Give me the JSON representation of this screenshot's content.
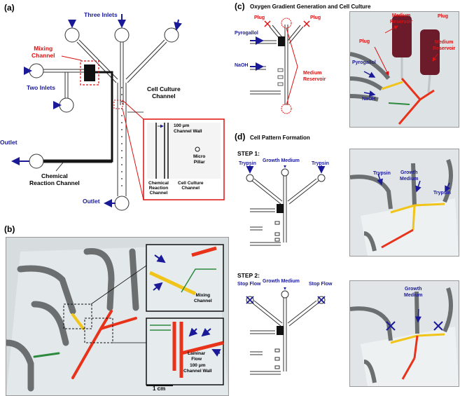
{
  "panels": {
    "a": {
      "label": "(a)",
      "three_inlets": "Three Inlets",
      "mixing_channel": "Mixing\nChannel",
      "two_inlets": "Two Inlets",
      "cell_culture_channel": "Cell Culture\nChannel",
      "outlet_left": "Outlet",
      "outlet_bottom": "Outlet",
      "chemical_reaction_channel": "Chemical\nReaction Channel",
      "inset": {
        "dimension": "100 μm",
        "channel_wall": "Channel Wall",
        "micro_pillar": "Micro\nPillar",
        "chem_channel": "Chemical\nReaction\nChannel",
        "cell_channel": "Cell Culture\nChannel"
      }
    },
    "b": {
      "label": "(b)",
      "mixing_channel": "Mixing\nChannel",
      "laminar_flow": "Laminar\nFlow",
      "channel_wall": "100 μm\nChannel Wall",
      "scale": "1 cm"
    },
    "c": {
      "label": "(c)",
      "title": "Oxygen Gradient Generation and Cell Culture",
      "plug_left": "Plug",
      "plug_right": "Plug",
      "pyrogallol": "Pyrogallol",
      "naoh": "NaOH",
      "medium_reservoir": "Medium\nReservoir",
      "photo": {
        "plug_left": "Plug",
        "medium_reservoir_left": "Medium\nReservoir",
        "plug_right": "Plug",
        "medium_reservoir_right": "Medium\nReservoir",
        "pyrogallol": "Pyrogallol",
        "naoh": "NaOH"
      }
    },
    "d": {
      "label": "(d)",
      "title": "Cell Pattern Formation",
      "step1": {
        "label": "STEP 1:",
        "left": "Trypsin",
        "center": "Growth Medium",
        "right": "Trypsin",
        "photo_left": "Trypsin",
        "photo_center": "Growth\nMedium",
        "photo_right": "Trypsin"
      },
      "step2": {
        "label": "STEP 2:",
        "left": "Stop Flow",
        "center": "Growth Medium",
        "right": "Stop Flow",
        "photo_center": "Growth\nMedium"
      }
    }
  },
  "colors": {
    "blue_arrow": "#1a1a99",
    "red_annotation": "#dd1111",
    "channel_red": "#e8321a",
    "channel_yellow": "#f2d21e"
  }
}
